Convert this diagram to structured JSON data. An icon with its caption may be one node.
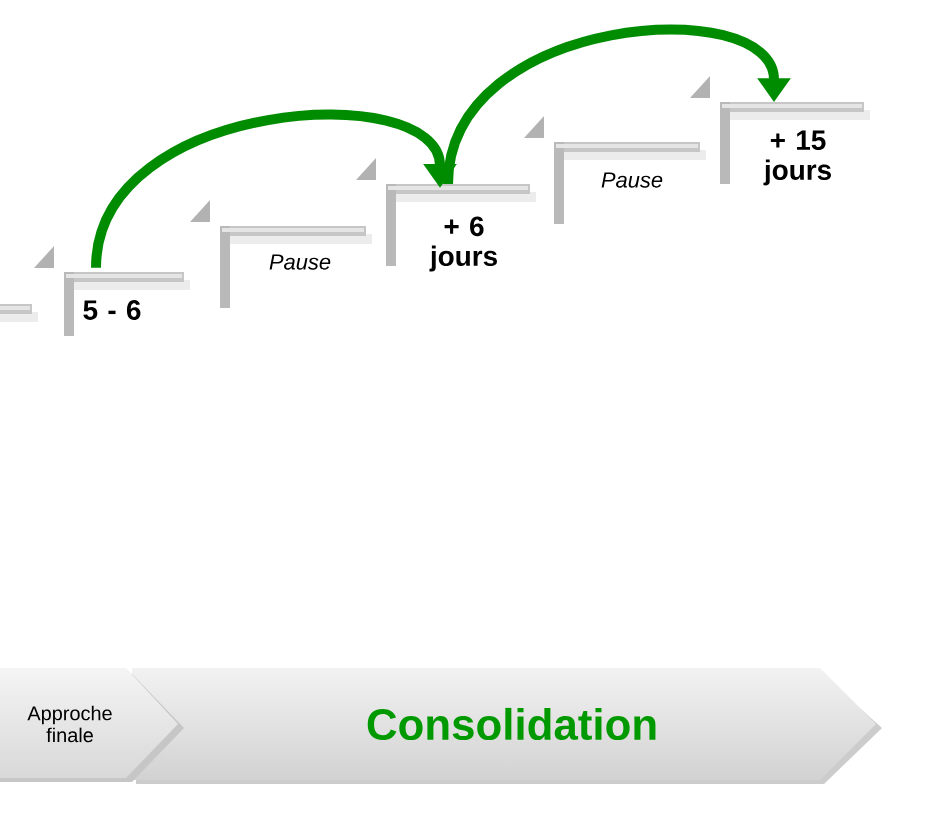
{
  "diagram": {
    "nodes": [
      {
        "text": [],
        "shape": "bar"
      },
      {
        "text": [
          "5 - 6"
        ]
      },
      {
        "text": [
          "*Pause*"
        ]
      },
      {
        "text": [
          "+ 6 jours"
        ]
      },
      {
        "text": [
          "*Pause*"
        ]
      },
      {
        "text": [
          "+ 15 jours"
        ]
      },
      {
        "text": [
          "Approche finale"
        ]
      },
      {
        "text": [
          "Consolidation"
        ]
      }
    ],
    "edges": [
      {
        "from": 1,
        "to": 3,
        "arrow": "to"
      },
      {
        "from": 3,
        "to": 5,
        "arrow": "to"
      }
    ]
  }
}
